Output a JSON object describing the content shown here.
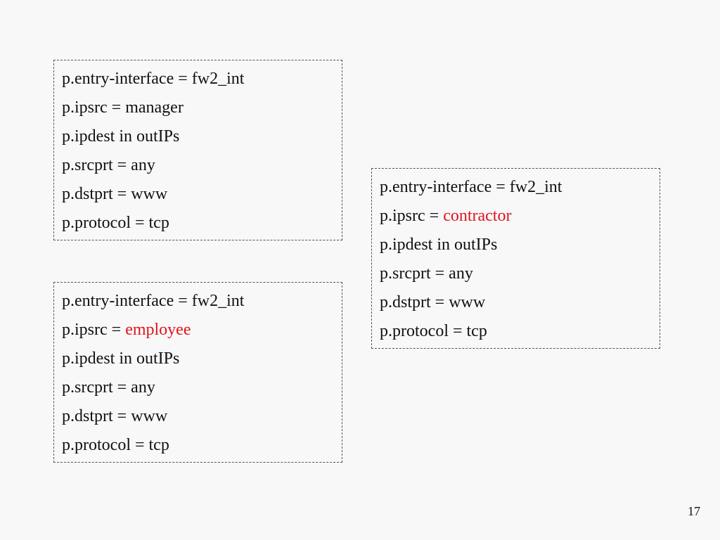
{
  "boxes": [
    {
      "lines": [
        {
          "text": "p.entry-interface = fw2_int"
        },
        {
          "prefix": "p.ipsrc = ",
          "value": "manager",
          "highlight": false
        },
        {
          "text": "p.ipdest in outIPs"
        },
        {
          "text": "p.srcprt = any"
        },
        {
          "text": "p.dstprt = www"
        },
        {
          "text": "p.protocol = tcp"
        }
      ]
    },
    {
      "lines": [
        {
          "text": "p.entry-interface = fw2_int"
        },
        {
          "prefix": "p.ipsrc = ",
          "value": "employee",
          "highlight": true
        },
        {
          "text": "p.ipdest in outIPs"
        },
        {
          "text": "p.srcprt = any"
        },
        {
          "text": "p.dstprt = www"
        },
        {
          "text": "p.protocol = tcp"
        }
      ]
    },
    {
      "lines": [
        {
          "text": "p.entry-interface = fw2_int"
        },
        {
          "prefix": "p.ipsrc = ",
          "value": "contractor",
          "highlight": true
        },
        {
          "text": "p.ipdest in outIPs"
        },
        {
          "text": "p.srcprt = any"
        },
        {
          "text": "p.dstprt = www"
        },
        {
          "text": "p.protocol = tcp"
        }
      ]
    }
  ],
  "colors": {
    "highlight": "#e0141c",
    "text": "#111111",
    "border": "#555555",
    "background": "#f8f8f8"
  },
  "page_number": "17"
}
